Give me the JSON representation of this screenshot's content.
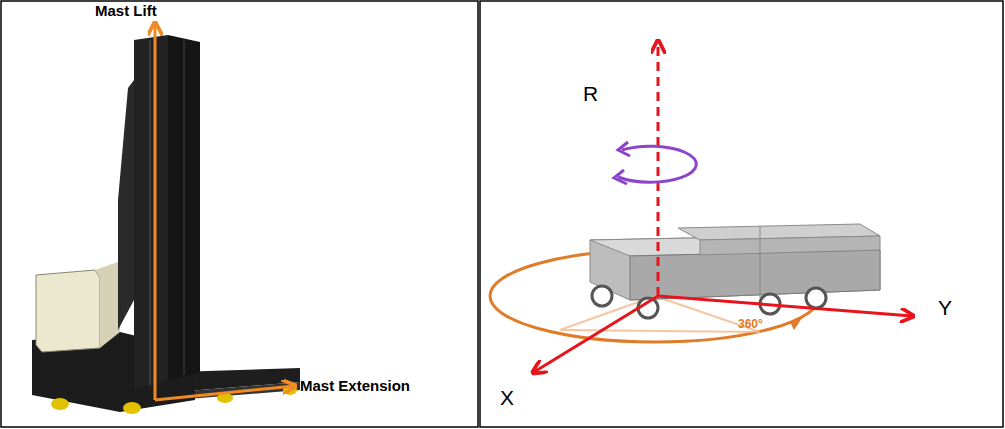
{
  "diagram": {
    "labels": [
      "Mast Lift",
      "Mast Extension",
      "R",
      "Y",
      "X",
      "360°"
    ]
  }
}
